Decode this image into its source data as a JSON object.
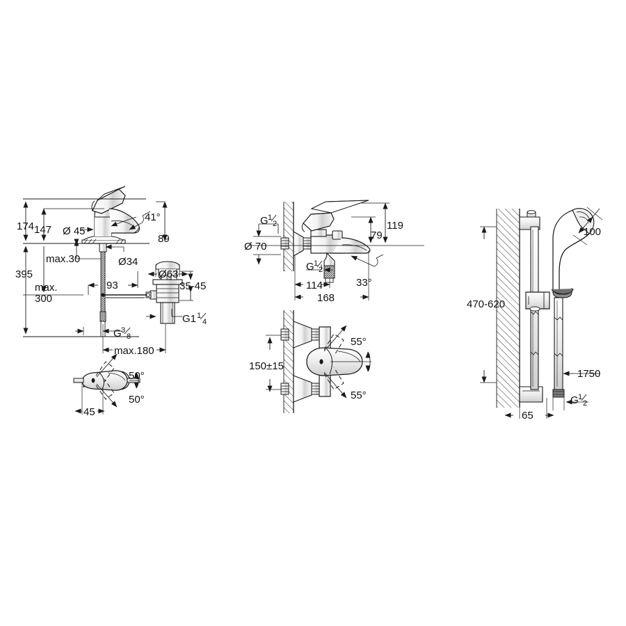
{
  "document": {
    "type": "technical-dimension-drawing",
    "brand_style": "plumbing fixture installation drawing",
    "background_color": "#ffffff",
    "line_color": "#1a1a1a",
    "sheet_width": 900,
    "sheet_height": 900
  },
  "drawings": [
    {
      "id": "basin-mixer",
      "name": "Single-lever basin mixer with pop-up waste",
      "labels": [
        {
          "key": "h_174",
          "text": "174"
        },
        {
          "key": "h_147",
          "text": "147"
        },
        {
          "key": "h_395",
          "text": "395"
        },
        {
          "key": "max_300",
          "text_line1": "max.",
          "text_line2": "300"
        },
        {
          "key": "max_30",
          "text": "max.30"
        },
        {
          "key": "d_45",
          "text": "Ø 45"
        },
        {
          "key": "d_34",
          "text": "Ø34"
        },
        {
          "key": "a_41",
          "text": "41°"
        },
        {
          "key": "h_89",
          "text": "89"
        },
        {
          "key": "l_93",
          "text": "93"
        },
        {
          "key": "d_63",
          "text": "Ø63"
        },
        {
          "key": "r_3545",
          "text": "35-45"
        },
        {
          "key": "g114",
          "text": "G1",
          "sup": "1",
          "sub": "4"
        },
        {
          "key": "g38",
          "text": "G",
          "sup": "3",
          "sub": "8"
        },
        {
          "key": "max_180",
          "text": "max.180"
        }
      ]
    },
    {
      "id": "basin-mixer-swivel",
      "name": "Basin mixer spout swivel range (plan view)",
      "labels": [
        {
          "key": "ang_top",
          "text": "50°"
        },
        {
          "key": "ang_bot",
          "text": "50°"
        },
        {
          "key": "dim_45",
          "text": "45"
        }
      ]
    },
    {
      "id": "bath-mixer-side",
      "name": "Wall-mounted bath/shower mixer — side elevation",
      "labels": [
        {
          "key": "g12_top",
          "text": "G",
          "sup": "1",
          "sub": "2"
        },
        {
          "key": "d_70",
          "text": "Ø 70"
        },
        {
          "key": "g12_bot",
          "text": "G",
          "sup": "1",
          "sub": "2"
        },
        {
          "key": "h_119",
          "text": "119"
        },
        {
          "key": "h_79",
          "text": "79"
        },
        {
          "key": "a_33",
          "text": "33°"
        },
        {
          "key": "l_114",
          "text": "114"
        },
        {
          "key": "l_168",
          "text": "168"
        }
      ]
    },
    {
      "id": "bath-mixer-front",
      "name": "Wall-mounted bath/shower mixer — front elevation",
      "labels": [
        {
          "key": "h_150",
          "text": "150±15"
        },
        {
          "key": "ang_top",
          "text": "55°"
        },
        {
          "key": "ang_bot",
          "text": "55°"
        }
      ]
    },
    {
      "id": "shower-set",
      "name": "Shower rail set with hand shower and hose",
      "labels": [
        {
          "key": "h_range",
          "text": "470-620"
        },
        {
          "key": "d_100",
          "text": "100"
        },
        {
          "key": "hose",
          "text": "1750"
        },
        {
          "key": "g12",
          "text": "G",
          "sup": "1",
          "sub": "2"
        },
        {
          "key": "depth_65",
          "text": "65"
        }
      ]
    }
  ]
}
